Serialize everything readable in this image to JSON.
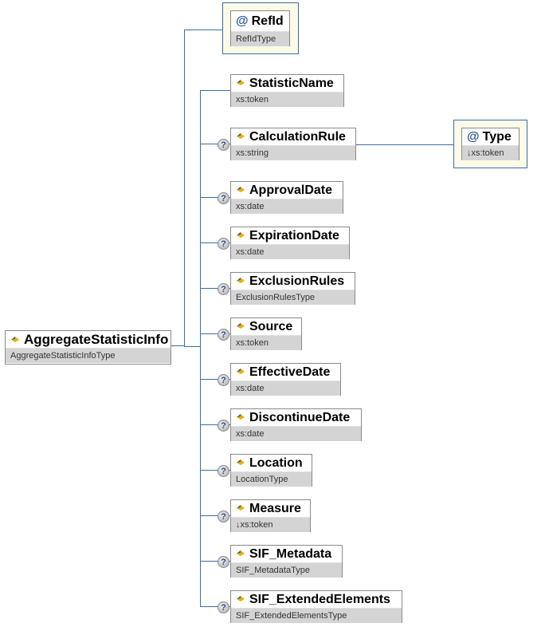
{
  "root": {
    "name": "AggregateStatisticInfo",
    "type": "AggregateStatisticInfoType"
  },
  "attribute": {
    "name": "RefId",
    "type": "RefIdType"
  },
  "children": [
    {
      "name": "StatisticName",
      "type": "xs:token"
    },
    {
      "name": "CalculationRule",
      "type": "xs:string"
    },
    {
      "name": "ApprovalDate",
      "type": "xs:date"
    },
    {
      "name": "ExpirationDate",
      "type": "xs:date"
    },
    {
      "name": "ExclusionRules",
      "type": "ExclusionRulesType"
    },
    {
      "name": "Source",
      "type": "xs:token"
    },
    {
      "name": "EffectiveDate",
      "type": "xs:date"
    },
    {
      "name": "DiscontinueDate",
      "type": "xs:date"
    },
    {
      "name": "Location",
      "type": "LocationType"
    },
    {
      "name": "Measure",
      "type": "↓xs:token"
    },
    {
      "name": "SIF_Metadata",
      "type": "SIF_MetadataType"
    },
    {
      "name": "SIF_ExtendedElements",
      "type": "SIF_ExtendedElementsType"
    }
  ],
  "calc_attribute": {
    "name": "Type",
    "type": "↓xs:token"
  },
  "optional_marker": "?",
  "attr_marker": "@"
}
